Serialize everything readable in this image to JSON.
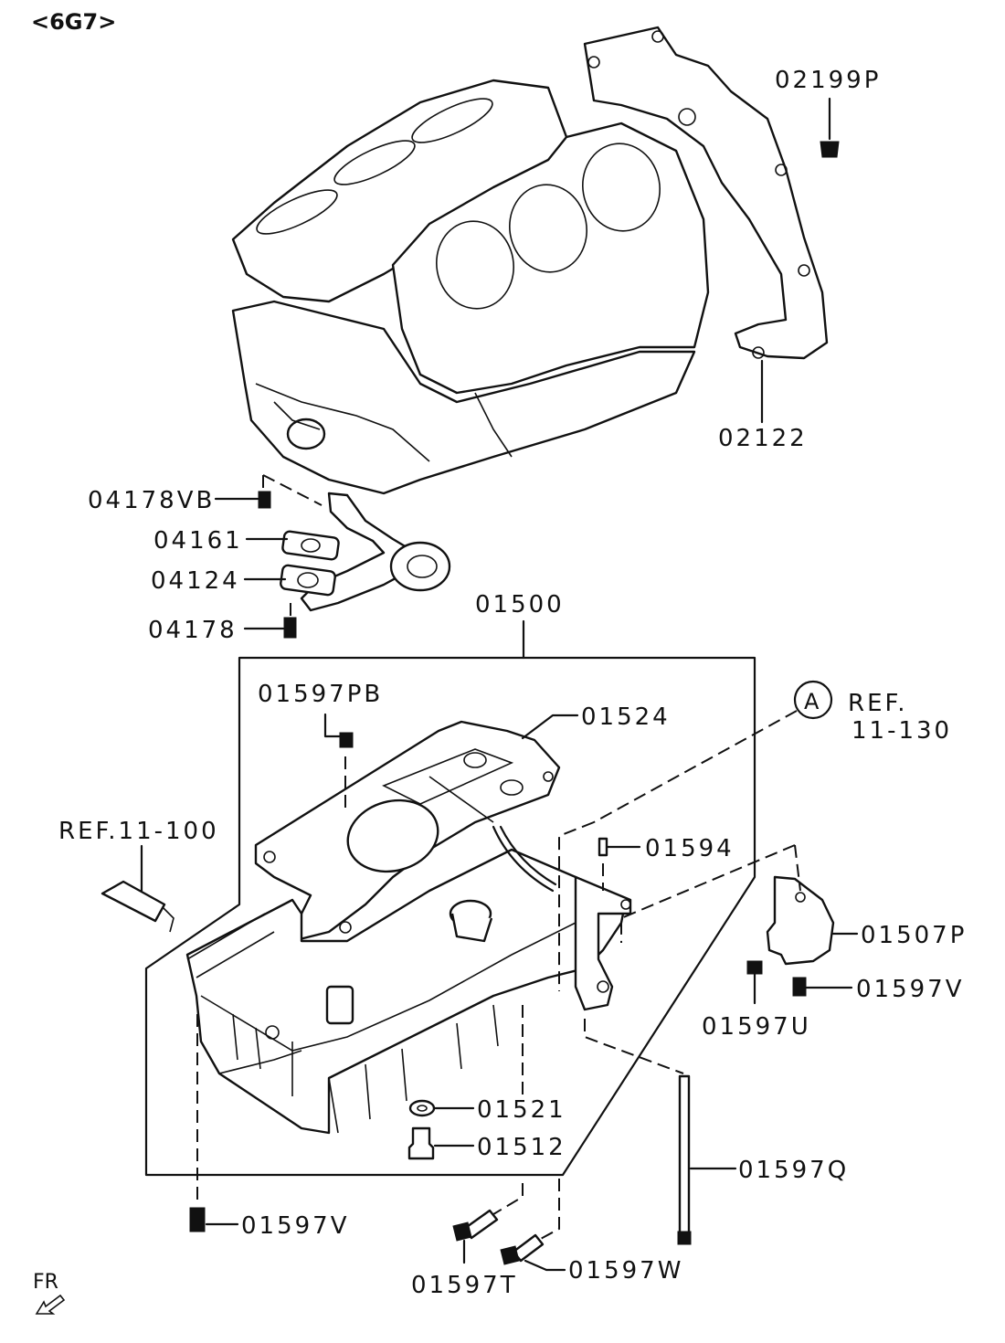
{
  "header": {
    "code": "<6G7>"
  },
  "labels": {
    "p02199P": "02199P",
    "p02122": "02122",
    "p04178VB": "04178VB",
    "p04161": "04161",
    "p04124": "04124",
    "p04178": "04178",
    "p01500": "01500",
    "p01597PB": "01597PB",
    "p01524": "01524",
    "refA": "A",
    "ref11_130a": "REF.",
    "ref11_130b": "11-130",
    "ref11_100": "REF.11-100",
    "p01594": "01594",
    "p01507P": "01507P",
    "p01597U": "01597U",
    "p01597V_right": "01597V",
    "p01521": "01521",
    "p01512": "01512",
    "p01597Q": "01597Q",
    "p01597V_left": "01597V",
    "p01597T": "01597T",
    "p01597W": "01597W",
    "fr": "FR"
  }
}
